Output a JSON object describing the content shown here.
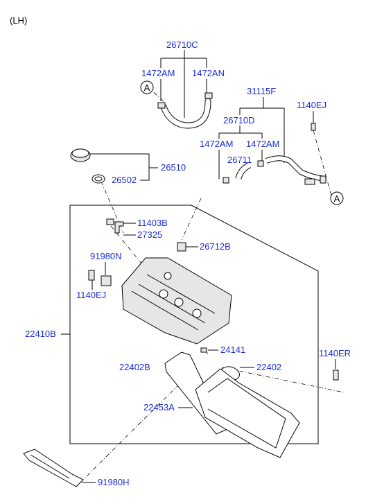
{
  "header": "(LH)",
  "callout_letter": "A",
  "parts": {
    "p26710C": "26710C",
    "p1472AM_top": "1472AM",
    "p1472AN": "1472AN",
    "p31115F": "31115F",
    "p1140EJ_top": "1140EJ",
    "p26710D": "26710D",
    "p1472AM_l": "1472AM",
    "p1472AM_r": "1472AM",
    "p26711": "26711",
    "p26510": "26510",
    "p26502": "26502",
    "p11403B": "11403B",
    "p27325": "27325",
    "p26712B": "26712B",
    "p91980N": "91980N",
    "p1140EJ_l": "1140EJ",
    "p22410B": "22410B",
    "p24141": "24141",
    "p1140ER": "1140ER",
    "p22402B": "22402B",
    "p22402": "22402",
    "p22453A": "22453A",
    "p91980H": "91980H"
  }
}
